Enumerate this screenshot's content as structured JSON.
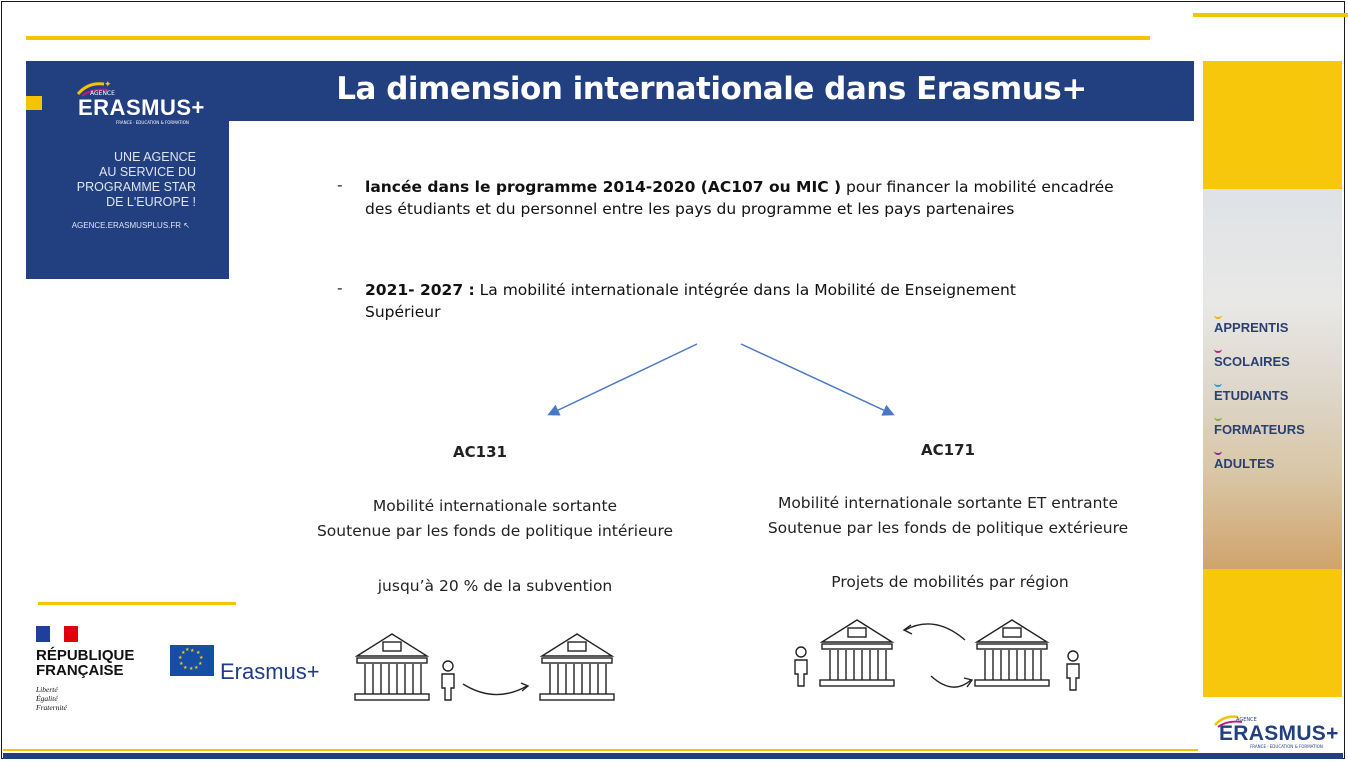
{
  "header": {
    "title": "La dimension internationale dans Erasmus+"
  },
  "logo_panel": {
    "brand": "ERASMUS+",
    "agence": "AGENCE",
    "sub": "FRANCE · EDUCATION & FORMATION",
    "tagline_lines": [
      "UNE AGENCE",
      "AU SERVICE DU",
      "PROGRAMME STAR",
      "DE L'EUROPE !"
    ],
    "website": "AGENCE.ERASMUSPLUS.FR"
  },
  "bullets": {
    "b1_bold": "lancée dans le programme 2014-2020 (AC107 ou MIC )",
    "b1_rest": " pour financer la mobilité encadrée",
    "b1_line2": "des étudiants et du personnel entre les pays du programme et les pays partenaires",
    "b2_bold": "2021- 2027 :",
    "b2_rest": " La mobilité internationale intégrée dans la Mobilité de Enseignement",
    "b2_line2": "Supérieur",
    "dash": "-"
  },
  "left_action": {
    "code": "AC131",
    "line1": "Mobilité internationale sortante",
    "line2": "Soutenue par les fonds de politique intérieure",
    "note": "jusqu’à 20 % de la subvention"
  },
  "right_action": {
    "code": "AC171",
    "line1": "Mobilité internationale sortante ET entrante",
    "line2": "Soutenue par les fonds de politique extérieure",
    "note": "Projets de mobilités par région"
  },
  "categories": [
    {
      "label": "APPRENTIS",
      "color": "#f5b400"
    },
    {
      "label": "SCOLAIRES",
      "color": "#c2187a"
    },
    {
      "label": "ETUDIANTS",
      "color": "#1ba3d9"
    },
    {
      "label": "FORMATEURS",
      "color": "#7bb43a"
    },
    {
      "label": "ADULTES",
      "color": "#8a2a8c"
    }
  ],
  "republique": {
    "line1": "RÉPUBLIQUE",
    "line2": "FRANÇAISE",
    "motto": [
      "Liberté",
      "Égalité",
      "Fraternité"
    ]
  },
  "eu": {
    "label": "Erasmus+"
  },
  "bottom_logo": {
    "brand": "ERASMUS+",
    "agence": "AGENCE",
    "sub": "FRANCE · EDUCATION & FORMATION"
  },
  "colors": {
    "navy": "#223f7f",
    "yellow": "#f5c400",
    "arrow_blue": "#4a78c8"
  }
}
